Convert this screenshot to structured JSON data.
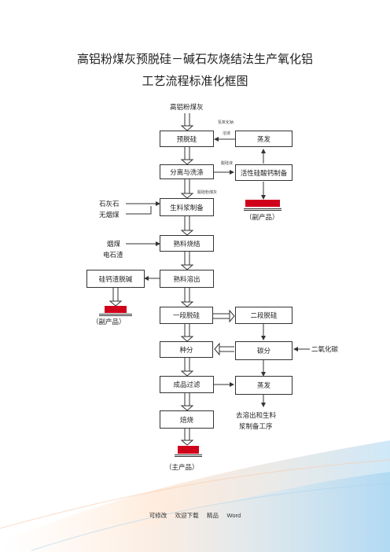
{
  "title_line1": "高铝粉煤灰预脱硅－碱石灰烧结法生产氧化铝",
  "title_line2": "工艺流程标准化框图",
  "nodes": {
    "input_top": "高铝粉煤灰",
    "predesil": "预脱硅",
    "evap_top": "蒸发",
    "separate": "分离与洗涤",
    "activated": "活性硅酸钙制备",
    "slurry": "生料浆制备",
    "sinter": "熟料烧结",
    "dissolve": "熟料溶出",
    "slag": "硅钙渣脱碱",
    "desil1": "一段脱硅",
    "desil2": "二段脱硅",
    "seed": "种分",
    "carb": "碳分",
    "filter": "成品过滤",
    "evap_bottom": "蒸发",
    "calcine": "焙烧"
  },
  "labels": {
    "naoh": "氢氧化钠",
    "solution": "溶液",
    "desil_liquor": "脱硅液",
    "desil_ash": "脱硅粉煤灰",
    "limestone": "石灰石",
    "anthracite": "无烟煤",
    "coal": "烟煤",
    "carbide": "电石渣",
    "co2": "二氧化碳",
    "return_note_1": "去溶出和生料",
    "return_note_2": "浆制备工序"
  },
  "products": {
    "byproduct_right": "活性硅酸钙",
    "byproduct_right_tag": "（副产品）",
    "byproduct_left": "硅钙渣",
    "byproduct_left_tag": "（副产品）",
    "main": "氧化铝",
    "main_tag": "（主产品）"
  },
  "footer": {
    "edit": "可修改",
    "download": "欢迎下载",
    "quality": "精品",
    "word": "Word"
  },
  "colors": {
    "highlight": "#d0021b",
    "line": "#333333"
  }
}
